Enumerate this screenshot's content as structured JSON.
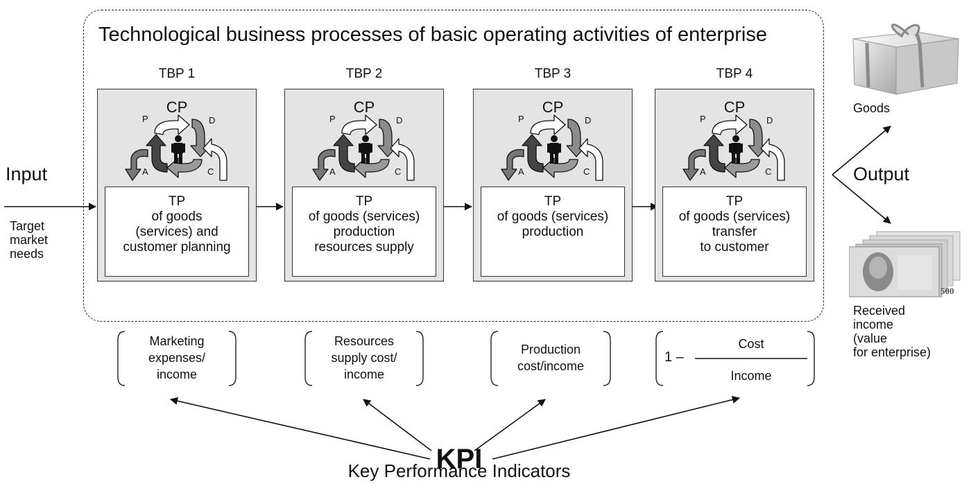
{
  "diagram": {
    "title": "Technological business processes of basic operating activities of enterprise",
    "input": {
      "label": "Input",
      "sublabel": [
        "Target",
        "market",
        "needs"
      ]
    },
    "output": {
      "label": "Output"
    },
    "goods_label": "Goods",
    "income_label": [
      "Received",
      "income",
      "(value",
      "for enterprise)"
    ],
    "banknote_value": "500",
    "stages": [
      {
        "title": "TBP 1",
        "cp": "CP",
        "cycle": {
          "p": "P",
          "d": "D",
          "a": "A",
          "c": "C"
        },
        "tp": [
          "TP",
          "of goods",
          "(services) and",
          "customer planning"
        ]
      },
      {
        "title": "TBP 2",
        "cp": "CP",
        "cycle": {
          "p": "P",
          "d": "D",
          "a": "A",
          "c": "C"
        },
        "tp": [
          "TP",
          "of goods (services)",
          "production",
          "resources supply"
        ]
      },
      {
        "title": "TBP 3",
        "cp": "CP",
        "cycle": {
          "p": "P",
          "d": "D",
          "a": "A",
          "c": "C"
        },
        "tp": [
          "TP",
          "of goods (services)",
          "production"
        ]
      },
      {
        "title": "TBP 4",
        "cp": "CP",
        "cycle": {
          "p": "P",
          "d": "D",
          "a": "A",
          "c": "C"
        },
        "tp": [
          "TP",
          "of goods (services)",
          "transfer",
          "to customer"
        ]
      }
    ],
    "kpis": [
      {
        "lines": [
          "Marketing",
          "expenses/",
          "income"
        ]
      },
      {
        "lines": [
          "Resources",
          "supply cost/",
          "income"
        ]
      },
      {
        "lines": [
          "Production",
          "cost/income"
        ]
      },
      {
        "prefix": "1 –",
        "numerator": "Cost",
        "denominator": "Income"
      }
    ],
    "kpi_title": "KPI",
    "kpi_subtitle": "Key Performance Indicators"
  }
}
